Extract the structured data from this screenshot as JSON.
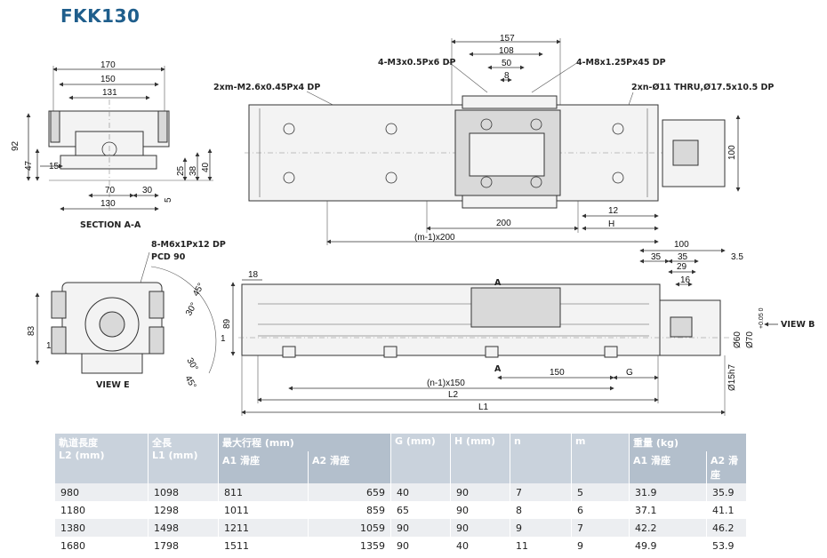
{
  "title": "FKK130",
  "section_aa": {
    "label": "SECTION A-A",
    "dims": {
      "d170": "170",
      "d150": "150",
      "d131": "131",
      "d92": "92",
      "d47": "47",
      "d15": "15",
      "d25": "25",
      "d38": "38",
      "d40": "40",
      "d5": "5",
      "d70": "70",
      "d30": "30",
      "d130": "130"
    }
  },
  "view_e": {
    "label": "VIEW E",
    "dims": {
      "holes": "8-M6x1Px12 DP",
      "pcd": "PCD 90",
      "a45t": "45°",
      "a30t": "30°",
      "a30b": "30°",
      "a45b": "45°",
      "d83": "83",
      "d1": "1"
    }
  },
  "top_view": {
    "dims": {
      "d157": "157",
      "d108": "108",
      "d50": "50",
      "d8": "8",
      "m3": "4-M3x0.5Px6 DP",
      "m8": "4-M8x1.25Px45 DP",
      "m26": "2xm-M2.6x0.45Px4 DP",
      "thru": "2xn-Ø11 THRU,Ø17.5x10.5 DP",
      "d100": "100",
      "d200": "200",
      "d12": "12",
      "h": "H",
      "m200": "(m-1)x200"
    }
  },
  "side_view": {
    "dims": {
      "d18": "18",
      "d89": "89",
      "d1": "1",
      "a_top": "A",
      "a_bot": "A",
      "n150": "(n-1)x150",
      "d150": "150",
      "g": "G",
      "l2": "L2",
      "l1": "L1",
      "d100": "100",
      "d35a": "35",
      "d35b": "35",
      "d29": "29",
      "d16": "16",
      "d35c": "3.5",
      "d60": "Ø60",
      "d70": "Ø70",
      "d70tol": "+0.05 0",
      "d15h7": "Ø15h7",
      "view_b": "VIEW B"
    }
  },
  "table": {
    "headers": {
      "rail_len_cn": "軌道長度",
      "rail_len": "L2 (mm)",
      "total_cn": "全長",
      "total": "L1 (mm)",
      "stroke": "最大行程 (mm)",
      "a1": "A1 滑座",
      "a2": "A2 滑座",
      "g": "G (mm)",
      "h": "H (mm)",
      "n": "n",
      "m": "m",
      "weight": "重量 (kg)",
      "wa1": "A1 滑座",
      "wa2": "A2 滑座"
    },
    "rows": [
      [
        "980",
        "1098",
        "811",
        "659",
        "40",
        "90",
        "7",
        "5",
        "31.9",
        "35.9"
      ],
      [
        "1180",
        "1298",
        "1011",
        "859",
        "65",
        "90",
        "8",
        "6",
        "37.1",
        "41.1"
      ],
      [
        "1380",
        "1498",
        "1211",
        "1059",
        "90",
        "90",
        "9",
        "7",
        "42.2",
        "46.2"
      ],
      [
        "1680",
        "1798",
        "1511",
        "1359",
        "90",
        "40",
        "11",
        "9",
        "49.9",
        "53.9"
      ]
    ]
  }
}
